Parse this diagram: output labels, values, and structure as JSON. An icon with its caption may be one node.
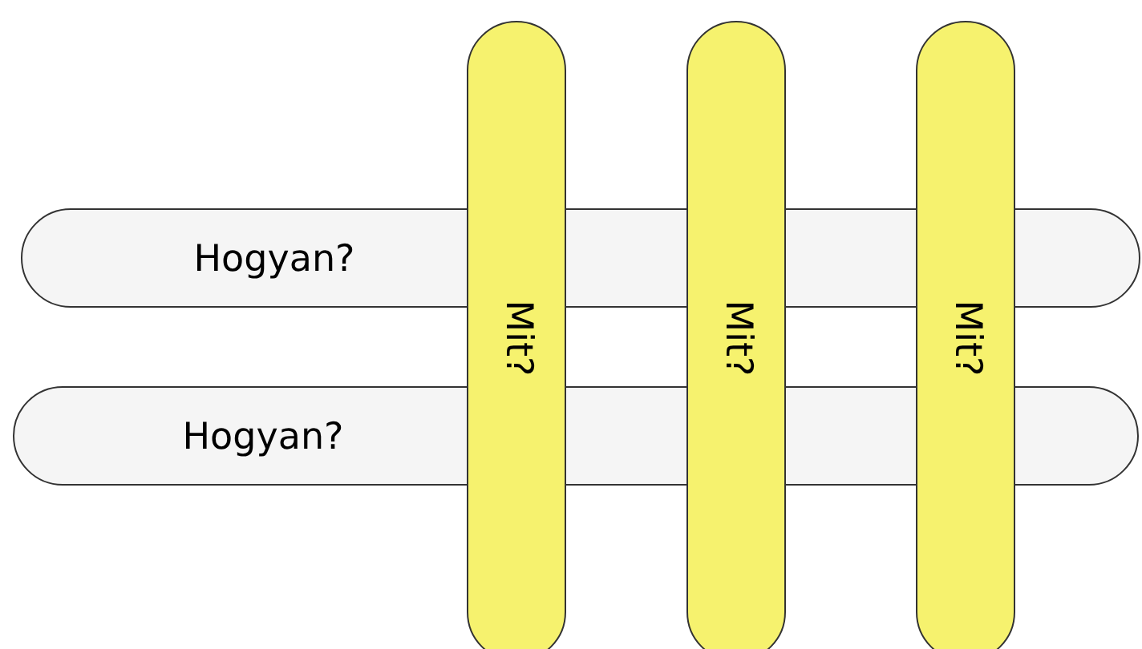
{
  "diagram": {
    "nodes": [
      {
        "text": [
          "Hogyan?"
        ]
      },
      {
        "text": [
          "Hogyan?"
        ]
      },
      {
        "text": [
          "Mit?"
        ]
      },
      {
        "text": [
          "Mit?"
        ]
      },
      {
        "text": [
          "Mit?"
        ]
      }
    ]
  }
}
